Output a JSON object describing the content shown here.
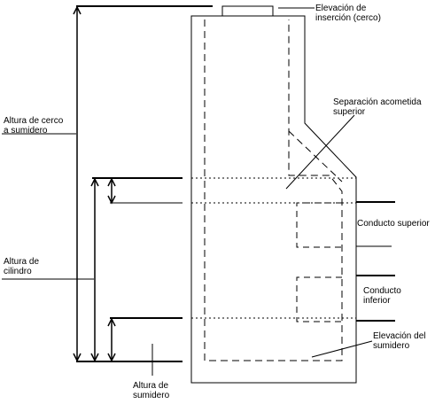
{
  "labels": {
    "elevacion_insercion": "Elevación de\ninserción (cerco)",
    "separacion_acometida": "Separación acometida\nsuperior",
    "altura_cerco": "Altura de cerco\na sumidero",
    "conducto_superior": "Conducto superior",
    "altura_cilindro": "Altura de\ncilindro",
    "conducto_inferior": "Conducto\ninferior",
    "elevacion_sumidero": "Elevación del\nsumidero",
    "altura_sumidero": "Altura de\nsumidero"
  }
}
